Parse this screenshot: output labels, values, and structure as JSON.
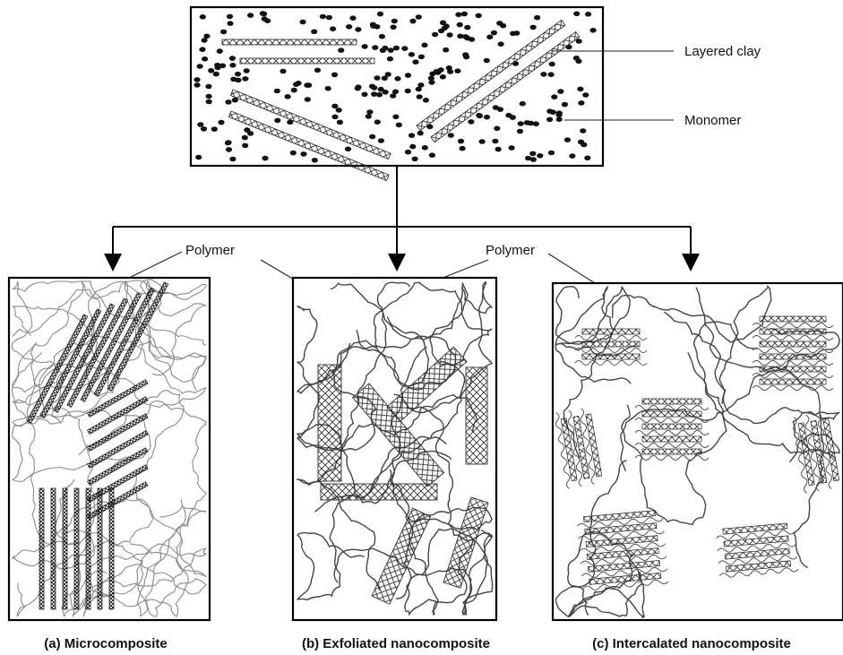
{
  "diagram": {
    "labels": {
      "layered_clay": "Layered clay",
      "monomer": "Monomer",
      "polymer_left": "Polymer",
      "polymer_right": "Polymer"
    },
    "captions": {
      "a": "(a) Microcomposite",
      "b": "(b) Exfoliated nanocomposite",
      "c": "(c) Intercalated nanocomposite"
    },
    "panels": [
      "top-monomer-clay-mixture",
      "microcomposite",
      "exfoliated-nanocomposite",
      "intercalated-nanocomposite"
    ]
  }
}
